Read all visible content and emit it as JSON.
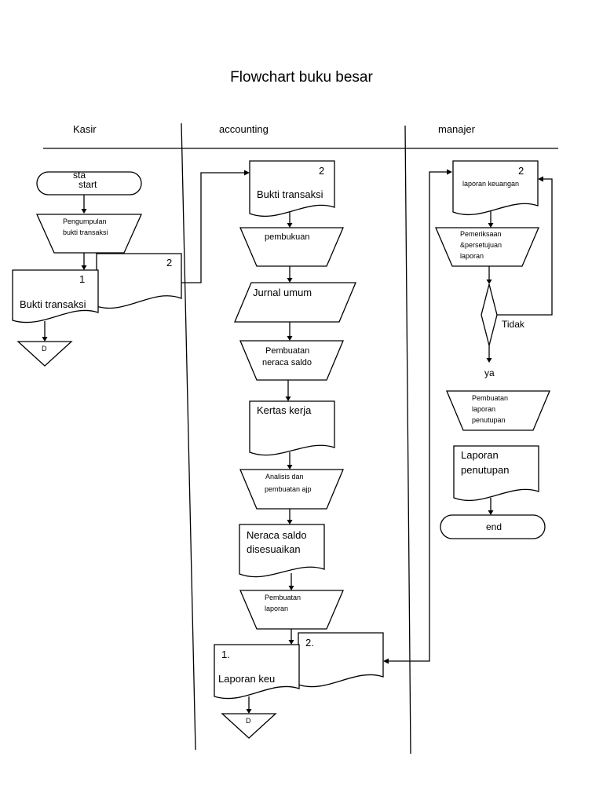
{
  "title": "Flowchart buku besar",
  "lanes": {
    "kasir": "Kasir",
    "accounting": "accounting",
    "manajer": "manajer"
  },
  "kasir": {
    "start_overlap": "sta",
    "start": "start",
    "pengumpulan_l1": "Pengumpulan",
    "pengumpulan_l2": "bukti transaksi",
    "doc1_num": "1",
    "doc1_label": "Bukti transaksi",
    "doc2_num": "2",
    "off_d": "D"
  },
  "accounting": {
    "doc_num": "2",
    "doc_label": "Bukti transaksi",
    "pembukuan": "pembukuan",
    "jurnal": "Jurnal umum",
    "neraca_l1": "Pembuatan",
    "neraca_l2": "neraca saldo",
    "kertas": "Kertas kerja",
    "ajp_l1": "Analisis dan",
    "ajp_l2": "pembuatan ajp",
    "disesuaikan_l1": "Neraca saldo",
    "disesuaikan_l2": "disesuaikan",
    "laporan_l1": "Pembuatan",
    "laporan_l2": "laporan",
    "lap1_num": "1.",
    "lap1_label": "Laporan keu",
    "lap2_num": "2.",
    "off_d": "D"
  },
  "manajer": {
    "doc_num": "2",
    "doc_label": "laporan keuangan",
    "periksa_l1": "Pemeriksaan",
    "periksa_l2": "&persetujuan",
    "periksa_l3": "laporan",
    "tidak": "Tidak",
    "ya": "ya",
    "penutupan_l1": "Pembuatan",
    "penutupan_l2": "laporan",
    "penutupan_l3": "penutupan",
    "lap_l1": "Laporan",
    "lap_l2": "penutupan",
    "end": "end"
  }
}
